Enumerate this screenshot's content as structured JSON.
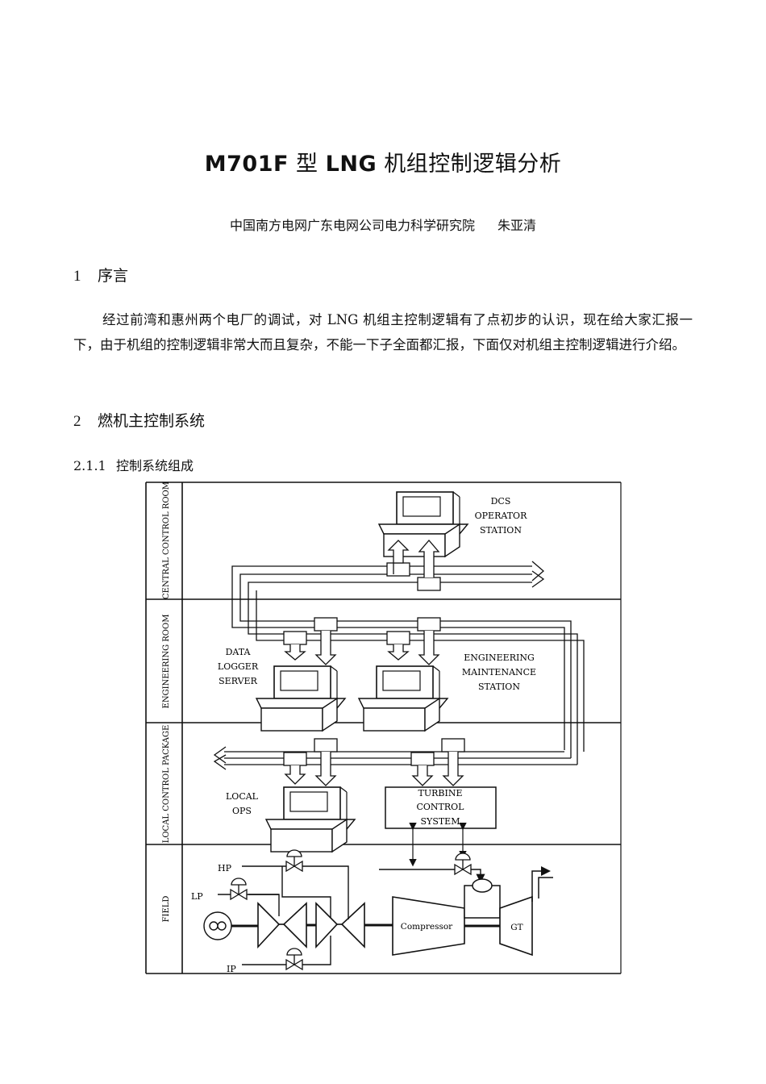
{
  "document": {
    "title_latin1": "M701F",
    "title_cjk1": "型",
    "title_latin2": "LNG",
    "title_cjk2": "机组控制逻辑分析",
    "author_org": "中国南方电网广东电网公司电力科学研究院",
    "author_name": "朱亚清",
    "section1": {
      "num": "1",
      "title": "序言"
    },
    "paragraph1": "经过前湾和惠州两个电厂的调试，对 LNG 机组主控制逻辑有了点初步的认识，现在给大家汇报一下，由于机组的控制逻辑非常大而且复杂，不能一下子全面都汇报，下面仅对机组主控制逻辑进行介绍。",
    "section2": {
      "num": "2",
      "title": "燃机主控制系统"
    },
    "subsection": {
      "num": "2.1.1",
      "title": "控制系统组成"
    }
  },
  "diagram": {
    "zones": [
      "CENTRAL CONTROL ROOM",
      "ENGINEERING ROOM",
      "LOCAL CONTROL PACKAGE",
      "FIELD"
    ],
    "dcs_label": [
      "DCS",
      "OPERATOR",
      "STATION"
    ],
    "datalogger_label": [
      "DATA",
      "LOGGER",
      "SERVER"
    ],
    "eng_label": [
      "ENGINEERING",
      "MAINTENANCE",
      "STATION"
    ],
    "local_ops_label": [
      "LOCAL",
      "OPS"
    ],
    "tcs_label": [
      "TURBINE",
      "CONTROL",
      "SYSTEM"
    ],
    "field_labels": {
      "hp": "HP",
      "lp": "LP",
      "ip": "IP",
      "compressor": "Compressor",
      "gt": "GT"
    }
  }
}
